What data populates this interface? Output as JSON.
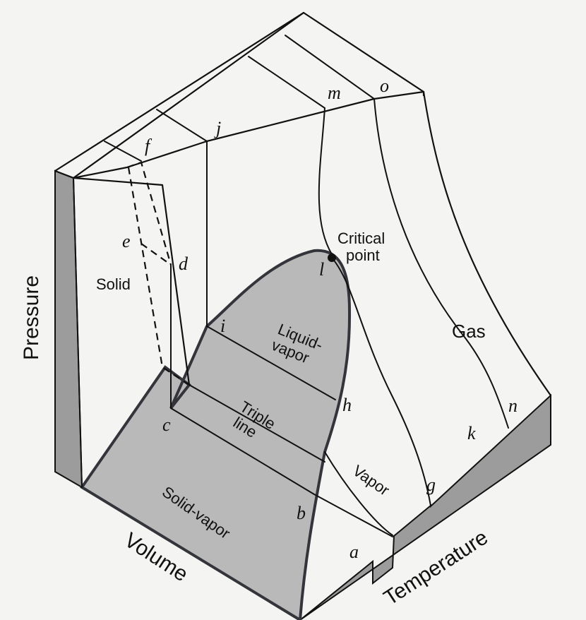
{
  "axes": {
    "pressure": "Pressure",
    "volume": "Volume",
    "temperature": "Temperature"
  },
  "regions": {
    "solid": "Solid",
    "liquid_vapor_1": "Liquid-",
    "liquid_vapor_2": "vapor",
    "gas": "Gas",
    "vapor": "Vapor",
    "triple_1": "Triple",
    "triple_2": "line",
    "solid_vapor": "Solid-vapor",
    "critical_1": "Critical",
    "critical_2": "point"
  },
  "points": {
    "a": "a",
    "b": "b",
    "c": "c",
    "d": "d",
    "e": "e",
    "f": "f",
    "g": "g",
    "h": "h",
    "i": "i",
    "j": "j",
    "k": "k",
    "l": "l",
    "m": "m",
    "n": "n",
    "o": "o"
  },
  "colors": {
    "background": "#f4f4f2",
    "dome_fill": "#b9b9b9",
    "side_fill": "#9c9c9c",
    "line": "#111111"
  }
}
